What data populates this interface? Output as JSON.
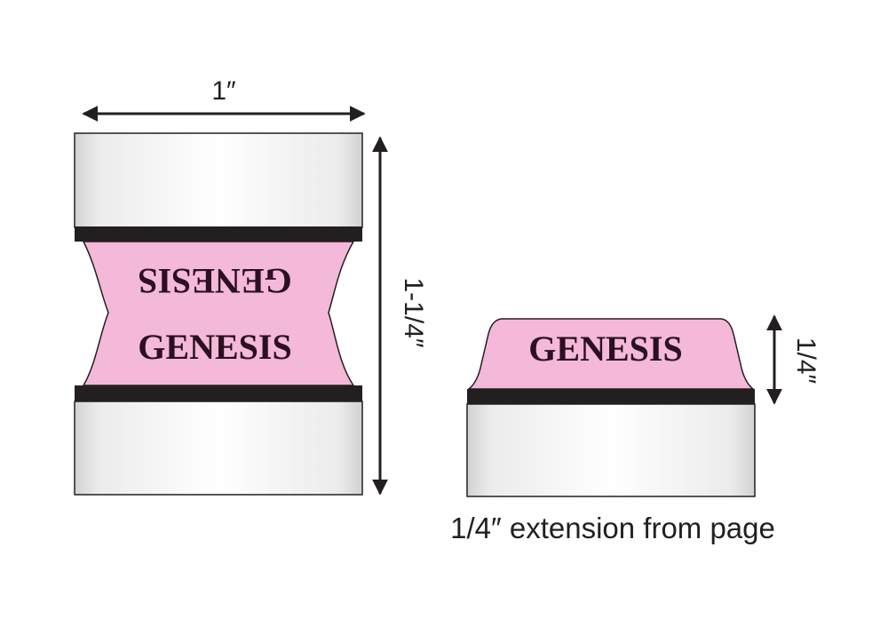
{
  "left_tab": {
    "width_label": "1″",
    "height_label": "1-1/4″",
    "text_top": "GENESIS",
    "text_bottom": "GENESIS"
  },
  "right_tab": {
    "height_label": "1/4″",
    "text": "GENESIS",
    "caption": "1/4″ extension from page"
  },
  "colors": {
    "tab_pink": "#f4b8d8",
    "band_black": "#231f20",
    "outline": "#231f20",
    "silver_light": "#ffffff",
    "silver_dark": "#c9c9c9"
  }
}
